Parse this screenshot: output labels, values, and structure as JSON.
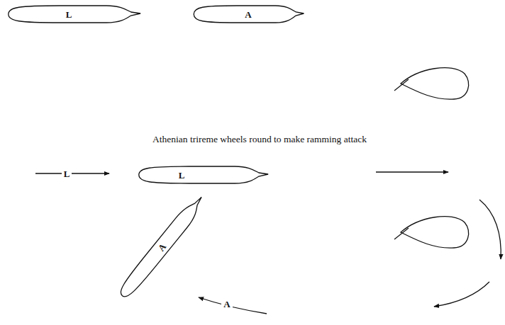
{
  "diagram": {
    "caption": "Athenian trireme wheels round to make ramming attack",
    "nodes": [
      {
        "text": [
          "L"
        ]
      },
      {
        "text": [
          "A"
        ]
      },
      {
        "text": [
          "L"
        ]
      },
      {
        "text": [
          "A"
        ]
      }
    ],
    "labels": [
      "L",
      "A"
    ]
  }
}
